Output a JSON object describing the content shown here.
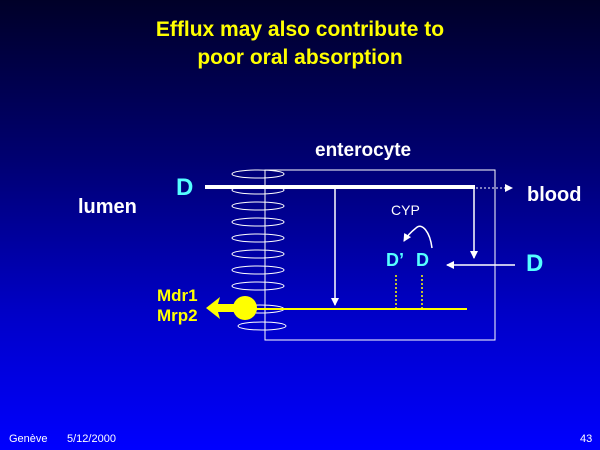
{
  "title": {
    "line1": "Efflux may also contribute to",
    "line2": "poor oral absorption"
  },
  "labels": {
    "enterocyte": "enterocyte",
    "lumen": "lumen",
    "blood": "blood",
    "cyp": "CYP",
    "drug_left": "D",
    "drug_right": "D",
    "metabolite": "D’",
    "drug_inner": "D",
    "transporter1": "Mdr1",
    "transporter2": "Mrp2"
  },
  "footer": {
    "place": "Genève",
    "date": "5/12/2000",
    "page": "43"
  }
}
